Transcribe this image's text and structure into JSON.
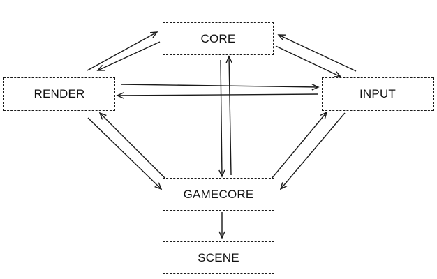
{
  "diagram": {
    "nodes": {
      "core": "CORE",
      "render": "RENDER",
      "input": "INPUT",
      "gamecore": "GAMECORE",
      "scene": "SCENE"
    },
    "edges": [
      {
        "from": "render",
        "to": "core"
      },
      {
        "from": "core",
        "to": "render"
      },
      {
        "from": "input",
        "to": "core"
      },
      {
        "from": "core",
        "to": "input"
      },
      {
        "from": "render",
        "to": "input"
      },
      {
        "from": "input",
        "to": "render"
      },
      {
        "from": "core",
        "to": "gamecore"
      },
      {
        "from": "gamecore",
        "to": "core"
      },
      {
        "from": "render",
        "to": "gamecore"
      },
      {
        "from": "gamecore",
        "to": "render"
      },
      {
        "from": "gamecore",
        "to": "input"
      },
      {
        "from": "input",
        "to": "gamecore"
      },
      {
        "from": "gamecore",
        "to": "scene"
      }
    ],
    "colors": {
      "line": "#1a1a1a",
      "border": "#1a1a1a",
      "background": "#ffffff"
    }
  }
}
